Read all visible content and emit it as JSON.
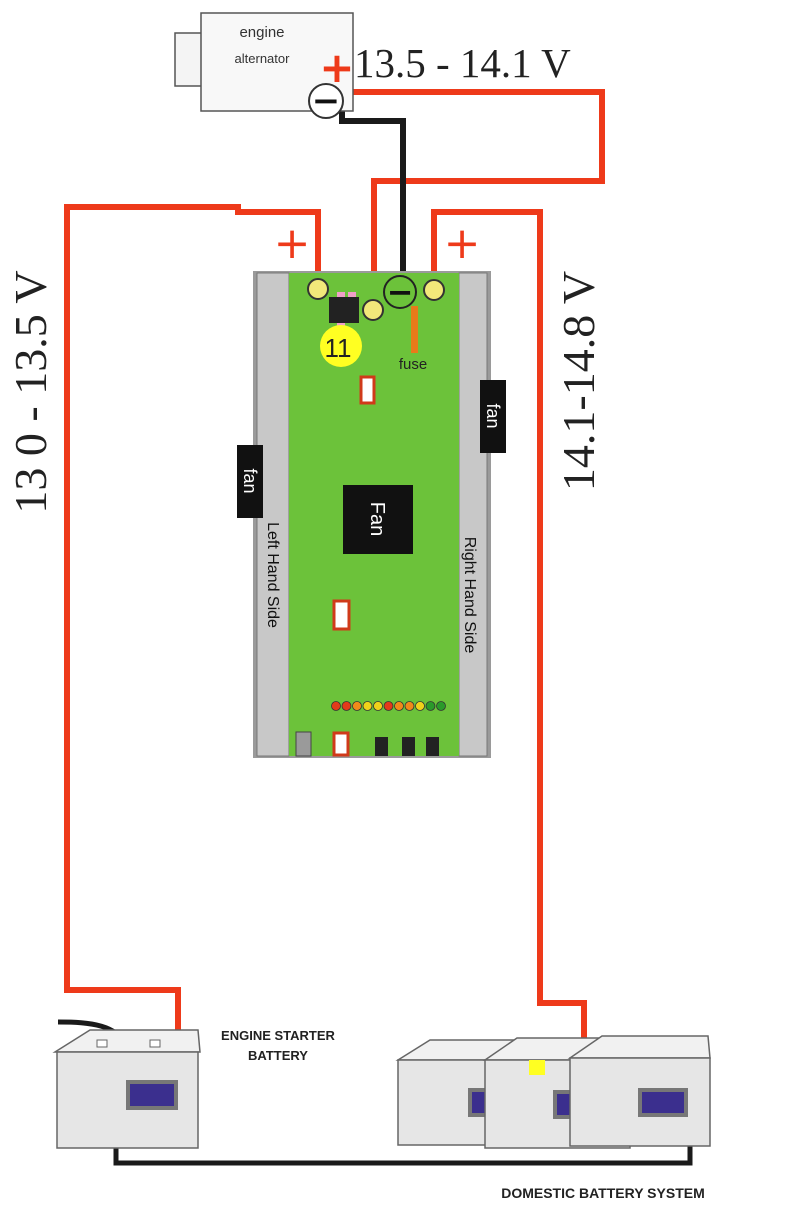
{
  "colors": {
    "wire_positive": "#ee3a1a",
    "wire_negative": "#1a1a1a",
    "board_green": "#6cc23a",
    "board_rail": "#9a9a9a",
    "fan_black": "#111111",
    "terminal_yellow": "#f2e87a",
    "badge_yellow": "#ffff22",
    "battery_body": "#e6e6e6",
    "battery_label": "#3b2f8e"
  },
  "alternator": {
    "label_line1": "engine",
    "label_line2": "alternator",
    "plus_symbol": "+",
    "minus_symbol": "−",
    "voltage": "13.5 - 14.1 V"
  },
  "left_circuit": {
    "voltage": "13 0 - 13.5 V",
    "plus_symbol": "+"
  },
  "right_circuit": {
    "voltage": "14.1-14.8 V",
    "plus_symbol": "+"
  },
  "board": {
    "badge_number": "11",
    "fuse_label": "fuse",
    "minus_symbol": "−",
    "center_fan_label": "Fan",
    "left_fan_label": "fan",
    "right_fan_label": "fan",
    "left_side_label": "Left Hand Side",
    "right_side_label": "Right Hand Side",
    "led_colors": [
      "#e23a1a",
      "#e23a1a",
      "#f08a1a",
      "#f0d21a",
      "#f0d21a",
      "#e23a1a",
      "#f08a1a",
      "#f08a1a",
      "#f0d21a",
      "#2a9a2a",
      "#2a9a2a"
    ]
  },
  "starter_battery": {
    "label_line1": "ENGINE STARTER",
    "label_line2": "BATTERY"
  },
  "domestic_batteries": {
    "label": "DOMESTIC BATTERY SYSTEM",
    "count": 3
  }
}
